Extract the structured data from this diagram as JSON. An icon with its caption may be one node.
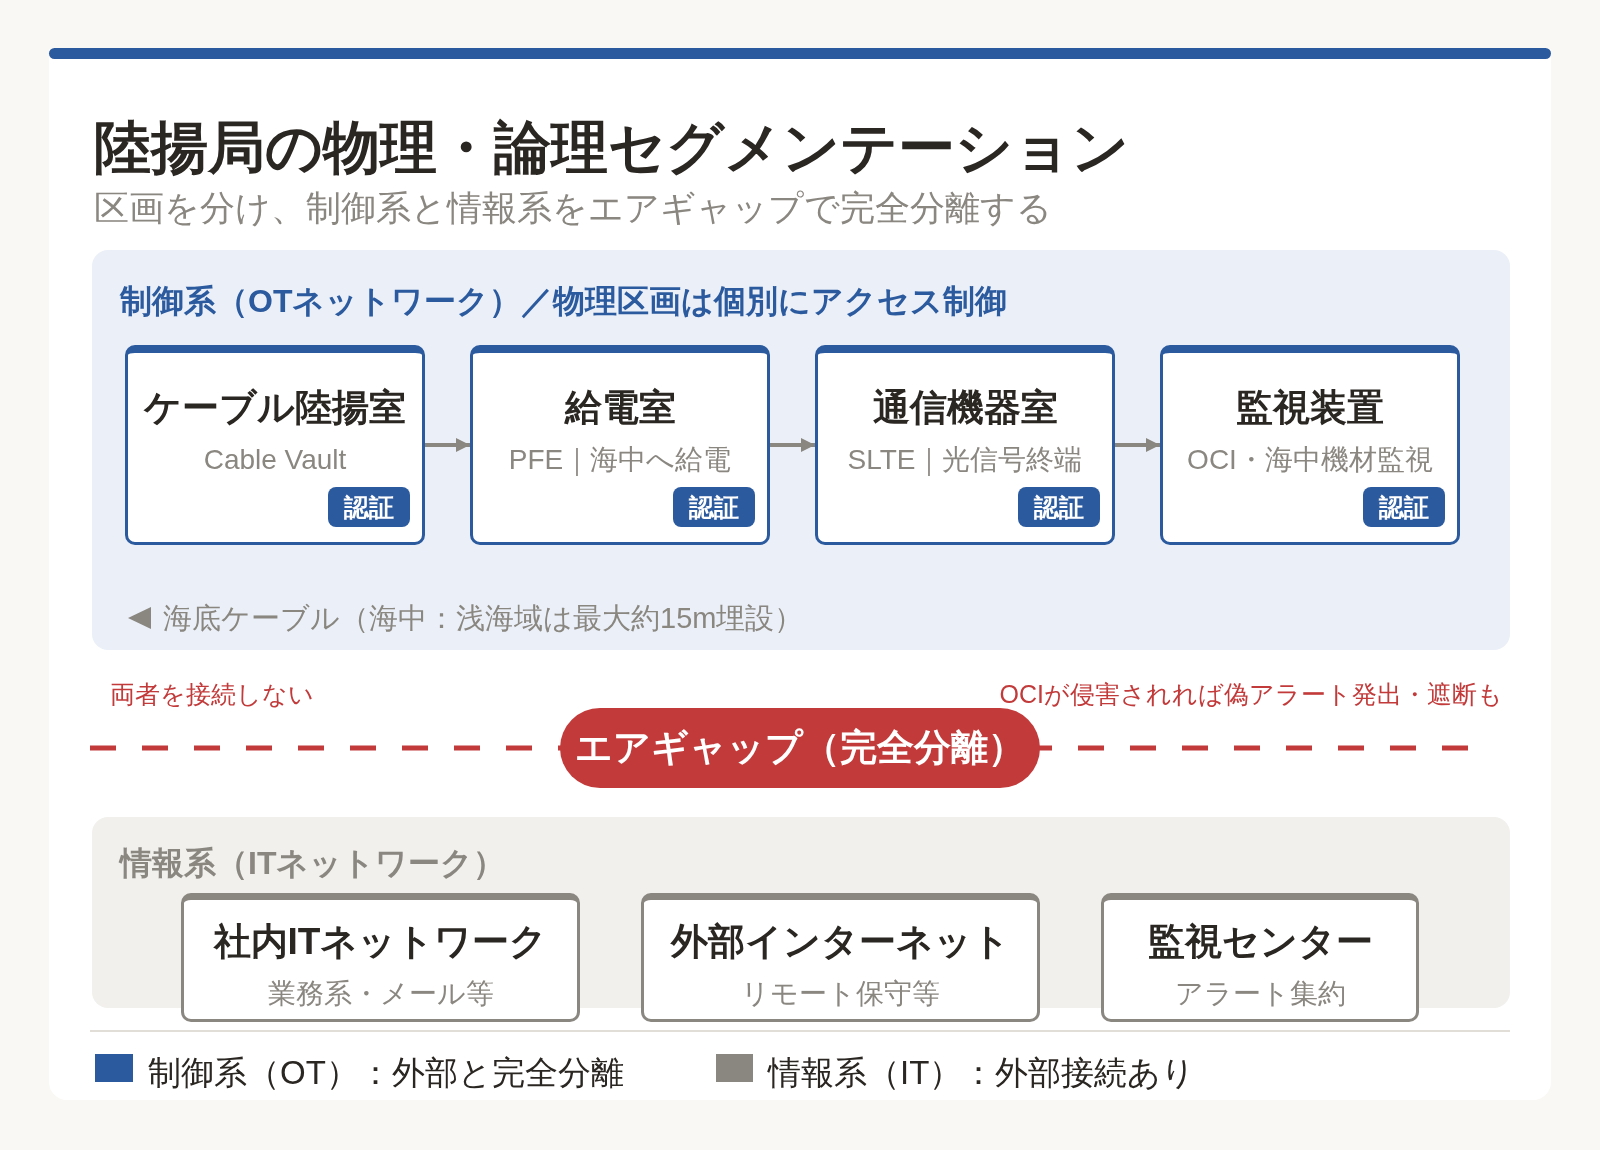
{
  "diagram": {
    "title": "陸揚局の物理・論理セグメンテーション",
    "nodes": [
      {
        "text": [
          "制御系（OTネットワーク）／物理区画は個別にアクセス制御",
          "海底ケーブル（海中：浅海域は最大約15m埋設）"
        ]
      },
      {
        "text": [
          "ケーブル陸揚室",
          "Cable Vault"
        ],
        "in": 0
      },
      {
        "text": [
          "認証"
        ],
        "in": 1
      },
      {
        "text": [
          "給電室",
          "PFE｜海中へ給電"
        ],
        "in": 0
      },
      {
        "text": [
          "認証"
        ],
        "in": 3
      },
      {
        "text": [
          "通信機器室",
          "SLTE｜光信号終端"
        ],
        "in": 0
      },
      {
        "text": [
          "認証"
        ],
        "in": 5
      },
      {
        "text": [
          "監視装置",
          "OCI・海中機材監視"
        ],
        "in": 0
      },
      {
        "text": [
          "認証"
        ],
        "in": 7
      },
      {
        "text": [
          "エアギャップ（完全分離）"
        ]
      },
      {
        "text": [
          "情報系（ITネットワーク）"
        ]
      },
      {
        "text": [
          "社内ITネットワーク",
          "業務系・メール等"
        ]
      },
      {
        "text": [
          "外部インターネット",
          "リモート保守等"
        ]
      },
      {
        "text": [
          "監視センター",
          "アラート集約"
        ]
      }
    ],
    "edges": [
      {
        "from": 1,
        "to": 3,
        "arrow": "to"
      },
      {
        "from": 3,
        "to": 5,
        "arrow": "to"
      },
      {
        "from": 5,
        "to": 7,
        "arrow": "to"
      }
    ],
    "labels": [
      "区画を分け、制御系と情報系をエアギャップで完全分離する",
      "両者を接続しない",
      "OCIが侵害されれば偽アラート発出・遮断も"
    ],
    "legend": [
      {
        "text": "制御系（OT）：外部と完全分離",
        "color": "#2c5a9e"
      },
      {
        "text": "情報系（IT）：外部接続あり",
        "color": "#8a8680"
      }
    ]
  }
}
